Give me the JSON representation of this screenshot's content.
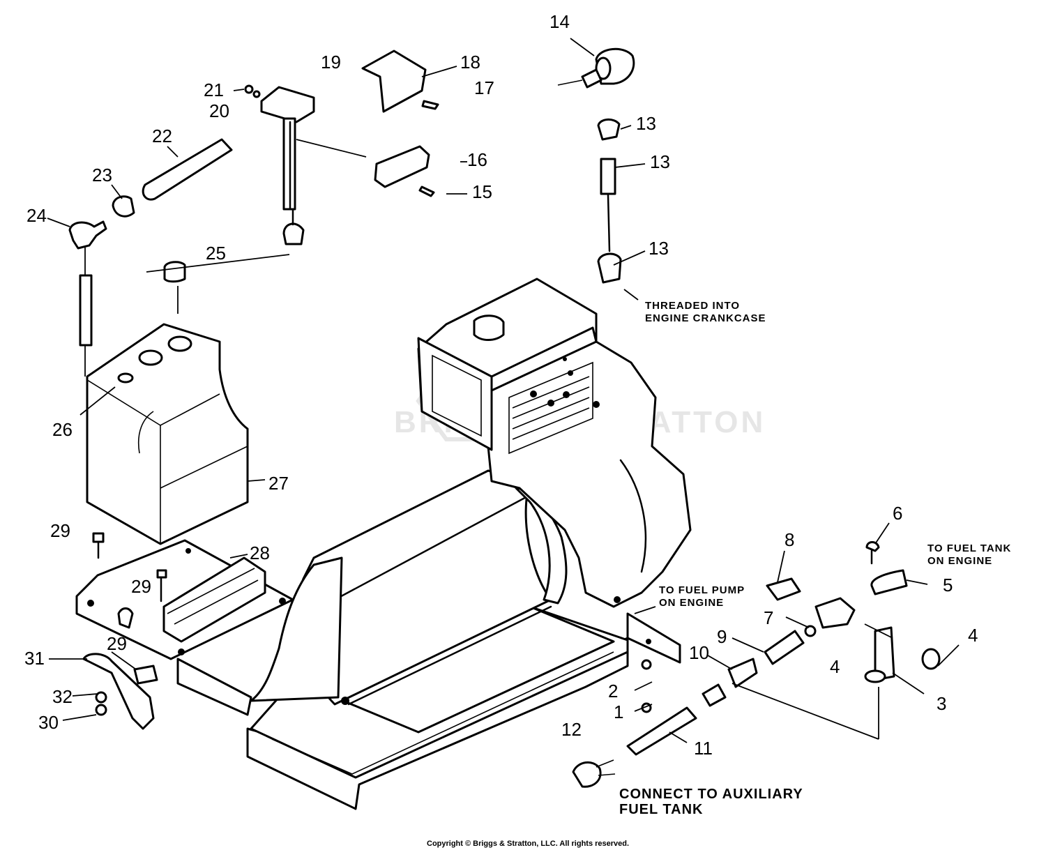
{
  "diagram": {
    "watermark": "BRIGGS & STRATTON",
    "copyright": "Copyright © Briggs & Stratton, LLC. All rights reserved.",
    "notes": {
      "threaded": [
        "THREADED INTO",
        "ENGINE CRANKCASE"
      ],
      "fuel_tank_engine": [
        "TO FUEL TANK",
        "ON ENGINE"
      ],
      "fuel_pump_engine": [
        "TO FUEL PUMP",
        "ON ENGINE"
      ],
      "auxiliary": [
        "CONNECT TO AUXILIARY",
        "FUEL TANK"
      ]
    },
    "callouts": [
      {
        "id": "c1",
        "label": "1"
      },
      {
        "id": "c2",
        "label": "2"
      },
      {
        "id": "c3",
        "label": "3"
      },
      {
        "id": "c4a",
        "label": "4"
      },
      {
        "id": "c4b",
        "label": "4"
      },
      {
        "id": "c5",
        "label": "5"
      },
      {
        "id": "c6",
        "label": "6"
      },
      {
        "id": "c7",
        "label": "7"
      },
      {
        "id": "c8",
        "label": "8"
      },
      {
        "id": "c9",
        "label": "9"
      },
      {
        "id": "c10",
        "label": "10"
      },
      {
        "id": "c11",
        "label": "11"
      },
      {
        "id": "c12",
        "label": "12"
      },
      {
        "id": "c13a",
        "label": "13"
      },
      {
        "id": "c13b",
        "label": "13"
      },
      {
        "id": "c13c",
        "label": "13"
      },
      {
        "id": "c14",
        "label": "14"
      },
      {
        "id": "c15",
        "label": "15"
      },
      {
        "id": "c16",
        "label": "16"
      },
      {
        "id": "c17",
        "label": "17"
      },
      {
        "id": "c18",
        "label": "18"
      },
      {
        "id": "c19",
        "label": "19"
      },
      {
        "id": "c20",
        "label": "20"
      },
      {
        "id": "c21",
        "label": "21"
      },
      {
        "id": "c22",
        "label": "22"
      },
      {
        "id": "c23",
        "label": "23"
      },
      {
        "id": "c24",
        "label": "24"
      },
      {
        "id": "c25",
        "label": "25"
      },
      {
        "id": "c26",
        "label": "26"
      },
      {
        "id": "c27",
        "label": "27"
      },
      {
        "id": "c28",
        "label": "28"
      },
      {
        "id": "c29a",
        "label": "29"
      },
      {
        "id": "c29b",
        "label": "29"
      },
      {
        "id": "c29c",
        "label": "29"
      },
      {
        "id": "c30",
        "label": "30"
      },
      {
        "id": "c31",
        "label": "31"
      },
      {
        "id": "c32",
        "label": "32"
      }
    ]
  }
}
